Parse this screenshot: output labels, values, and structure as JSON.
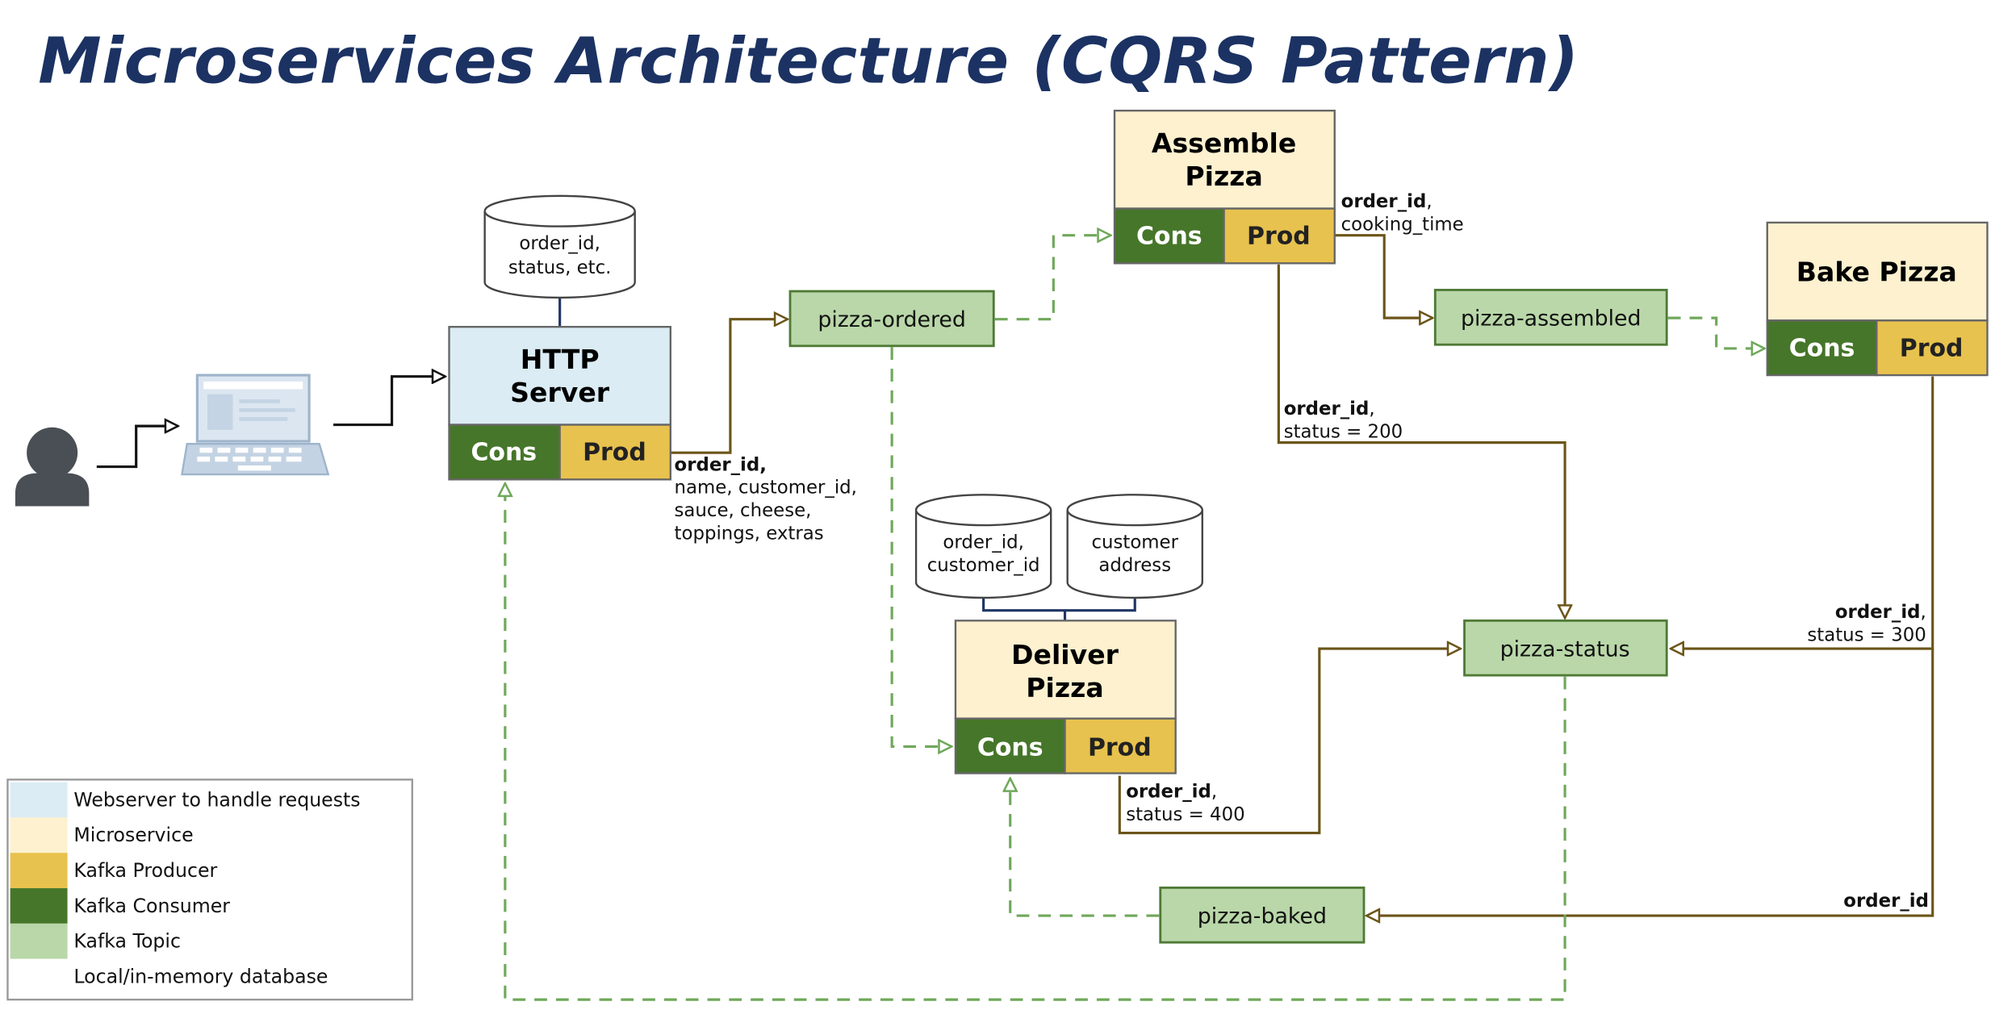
{
  "title": "Microservices Architecture (CQRS Pattern)",
  "colors": {
    "webserver": "#dbecf4",
    "microservice": "#fdf1cf",
    "producer": "#e8c24e",
    "consumer": "#46762a",
    "topic": "#b9d7a8",
    "title": "#1b3263"
  },
  "services": {
    "http": {
      "line1": "HTTP",
      "line2": "Server",
      "cons": "Cons",
      "prod": "Prod"
    },
    "assemble": {
      "line1": "Assemble",
      "line2": "Pizza",
      "cons": "Cons",
      "prod": "Prod"
    },
    "bake": {
      "line1": "Bake Pizza",
      "cons": "Cons",
      "prod": "Prod"
    },
    "deliver": {
      "line1": "Deliver",
      "line2": "Pizza",
      "cons": "Cons",
      "prod": "Prod"
    }
  },
  "topics": {
    "ordered": "pizza-ordered",
    "assembled": "pizza-assembled",
    "status": "pizza-status",
    "baked": "pizza-baked"
  },
  "databases": {
    "http": {
      "line1": "order_id,",
      "line2": "status, etc."
    },
    "deliver_orders": {
      "line1": "order_id,",
      "line2": "customer_id"
    },
    "deliver_address": {
      "line1": "customer",
      "line2": "address"
    }
  },
  "labels": {
    "http_prod": {
      "bold": "order_id,",
      "line2": "name, customer_id,",
      "line3": "sauce, cheese,",
      "line4": "toppings, extras"
    },
    "assemble_prod": {
      "bold": "order_id",
      "rest": ",",
      "line2": "cooking_time"
    },
    "assemble_status": {
      "bold": "order_id",
      "rest": ",",
      "line2": "status = 200"
    },
    "bake_status": {
      "bold": "order_id",
      "rest": ",",
      "line2": "status = 300"
    },
    "deliver_status": {
      "bold": "order_id",
      "rest": ",",
      "line2": "status = 400"
    },
    "bake_baked": {
      "bold": "order_id"
    }
  },
  "icons": {
    "user": "user-icon",
    "laptop": "laptop-icon"
  },
  "legend": [
    {
      "label": "Webserver to handle requests",
      "color": "#dbecf4"
    },
    {
      "label": "Microservice",
      "color": "#fdf1cf"
    },
    {
      "label": "Kafka Producer",
      "color": "#e8c24e"
    },
    {
      "label": "Kafka Consumer",
      "color": "#46762a"
    },
    {
      "label": "Kafka Topic",
      "color": "#b9d7a8"
    },
    {
      "label": "Local/in-memory database",
      "color": "#ffffff"
    }
  ]
}
